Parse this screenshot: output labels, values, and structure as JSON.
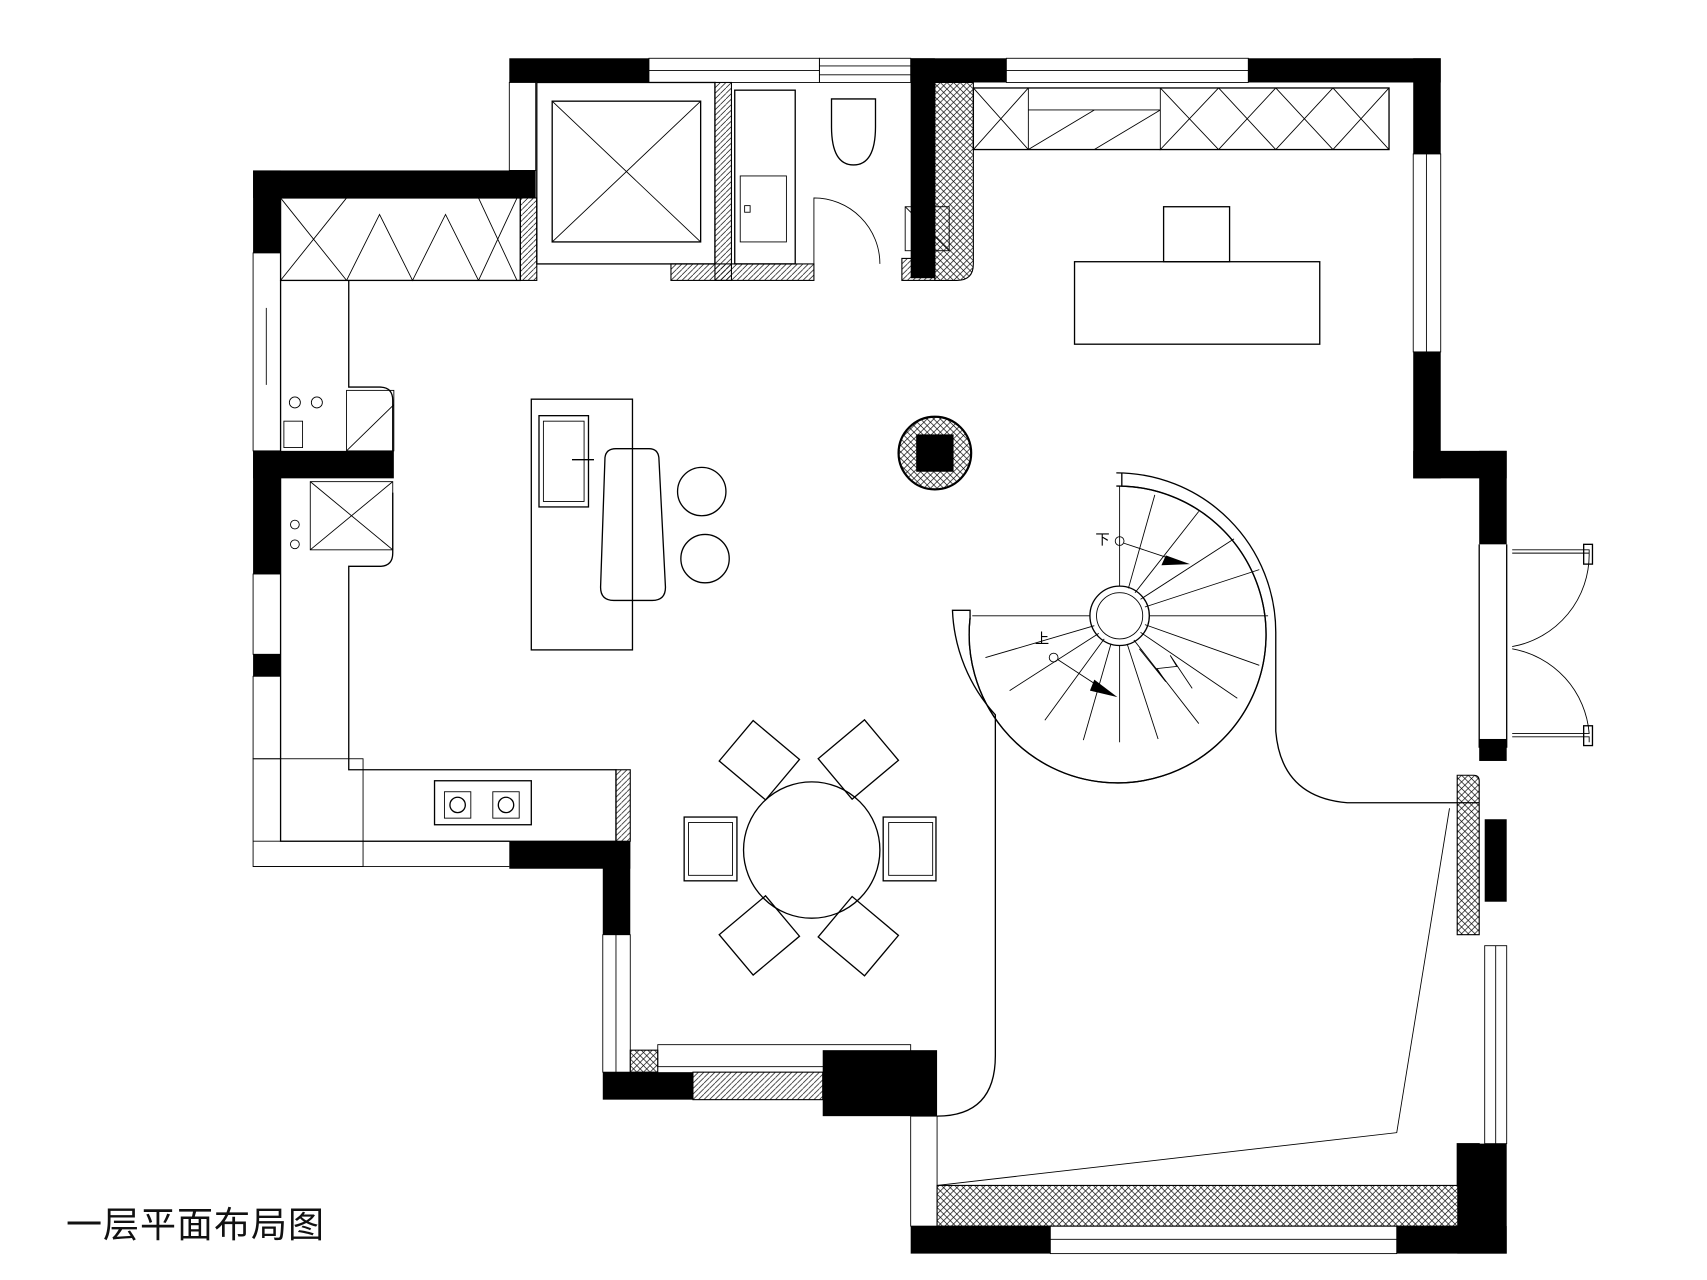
{
  "title": "一层平面布局图",
  "stairs": {
    "down_label": "下",
    "up_label": "上"
  },
  "colors": {
    "wall": "#000000",
    "background": "#ffffff"
  }
}
